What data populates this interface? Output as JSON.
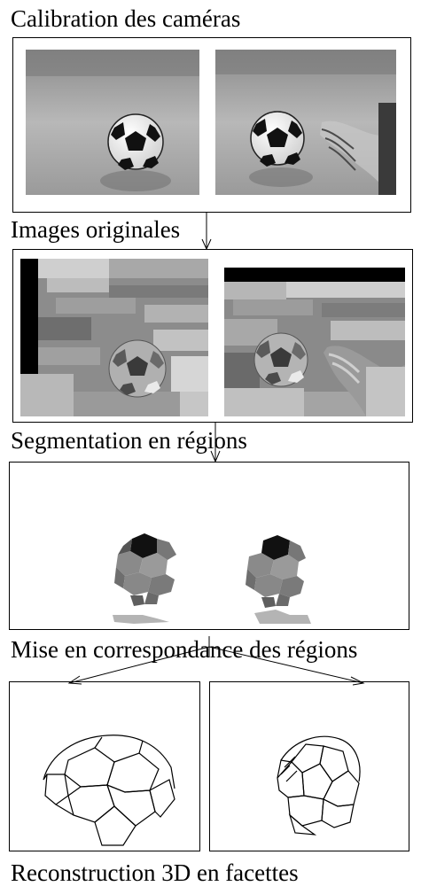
{
  "steps": {
    "calibration": "Calibration des caméras",
    "originals": "Images originales",
    "segmentation": "Segmentation en régions",
    "matching": "Mise en correspondance des régions",
    "reconstruction": "Reconstruction 3D en facettes"
  }
}
